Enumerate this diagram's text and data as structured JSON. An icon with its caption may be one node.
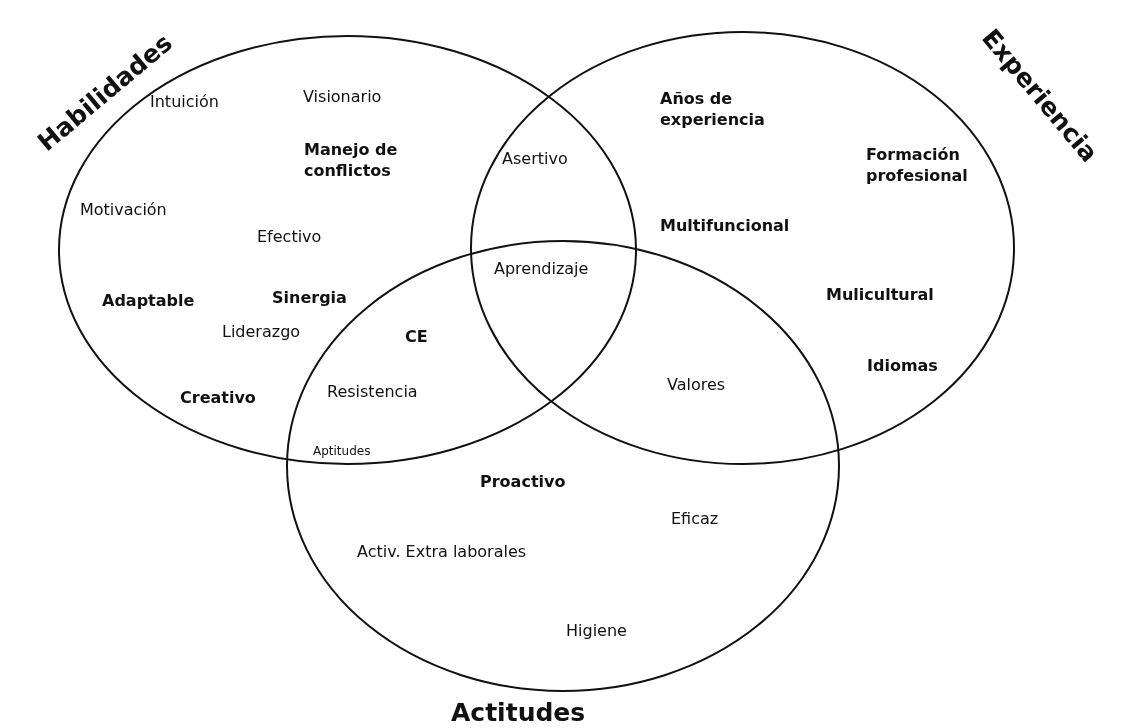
{
  "diagram": {
    "nodes": [
      {
        "text": [
          "Habilidades"
        ]
      },
      {
        "text": [
          "Experiencia"
        ]
      },
      {
        "text": [
          "Actitudes"
        ]
      }
    ],
    "labels": [
      "Visionario",
      "Intuición",
      "Años de experiencia",
      "Formación profesional",
      "Manejo de conflictos",
      "Asertivo",
      "Motivación",
      "Multifuncional",
      "Efectivo",
      "Aprendizaje",
      "Mulicultural",
      "Adaptable",
      "Sinergia",
      "Liderazgo",
      "CE",
      "Idiomas",
      "Resistencia",
      "Valores",
      "Creativo",
      "Aptitudes",
      "Proactivo",
      "Eficaz",
      "Activ. Extra laborales",
      "Higiene"
    ]
  }
}
